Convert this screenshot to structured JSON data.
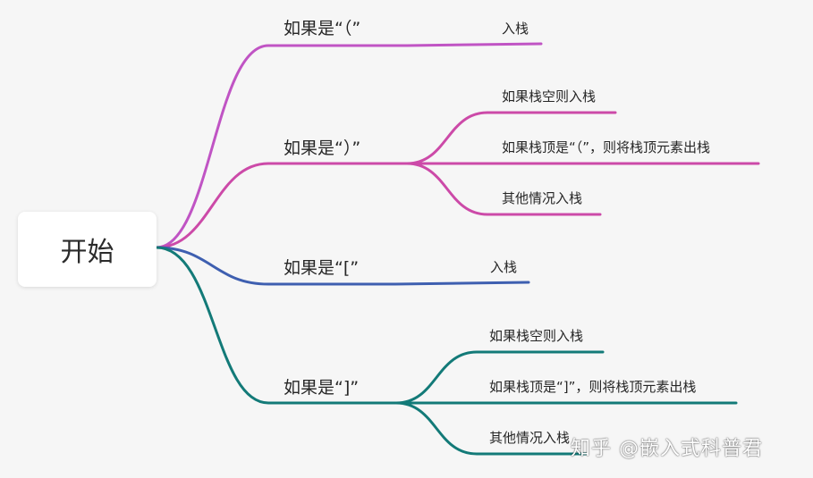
{
  "root": {
    "label": "开始"
  },
  "colors": {
    "branch1": "#c054c4",
    "branch2": "#cc4aa8",
    "branch3": "#3e5fb0",
    "branch4": "#137a78"
  },
  "branches": [
    {
      "label": "如果是“（”",
      "children": [
        "入栈"
      ]
    },
    {
      "label": "如果是“）”",
      "children": [
        "如果栈空则入栈",
        "如果栈顶是“（”，则将栈顶元素出栈",
        "其他情况入栈"
      ]
    },
    {
      "label": "如果是“[”",
      "children": [
        "入栈"
      ]
    },
    {
      "label": "如果是“]”",
      "children": [
        "如果栈空则入栈",
        "如果栈顶是“]”，则将栈顶元素出栈",
        "其他情况入栈"
      ]
    }
  ],
  "watermark": "知乎 @嵌入式科普君"
}
